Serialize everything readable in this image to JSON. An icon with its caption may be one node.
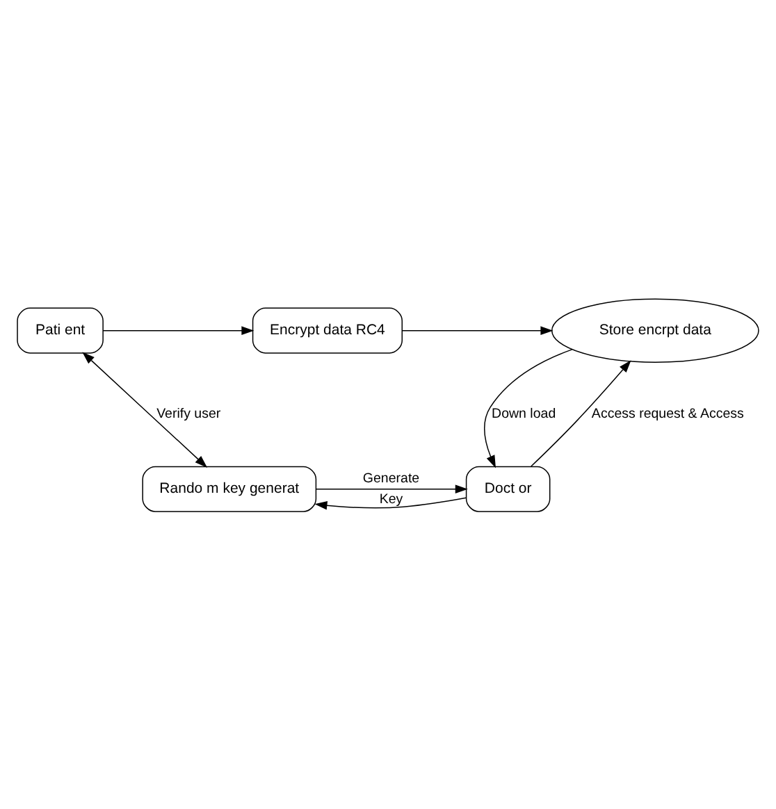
{
  "diagram": {
    "nodes": [
      {
        "text": [
          "Pati ent"
        ]
      },
      {
        "text": [
          "Encrypt data RC4"
        ]
      },
      {
        "text": [
          "Store encrpt data"
        ]
      },
      {
        "text": [
          "Rando m key generat"
        ]
      },
      {
        "text": [
          "Doct or"
        ]
      }
    ],
    "edges": [
      {
        "from": 0,
        "to": 1,
        "arrow": "to"
      },
      {
        "from": 1,
        "to": 2,
        "arrow": "to"
      },
      {
        "from": 0,
        "to": 3,
        "arrow": "both",
        "label": "Verify user"
      },
      {
        "from": 4,
        "to": 2,
        "arrow": "to",
        "label": "Access request & Access"
      },
      {
        "from": 2,
        "to": 4,
        "arrow": "to",
        "label": "Down load"
      },
      {
        "from": 3,
        "to": 4,
        "arrow": "to",
        "label": "Generate"
      },
      {
        "from": 4,
        "to": 3,
        "arrow": "to",
        "label": "Key"
      }
    ]
  }
}
